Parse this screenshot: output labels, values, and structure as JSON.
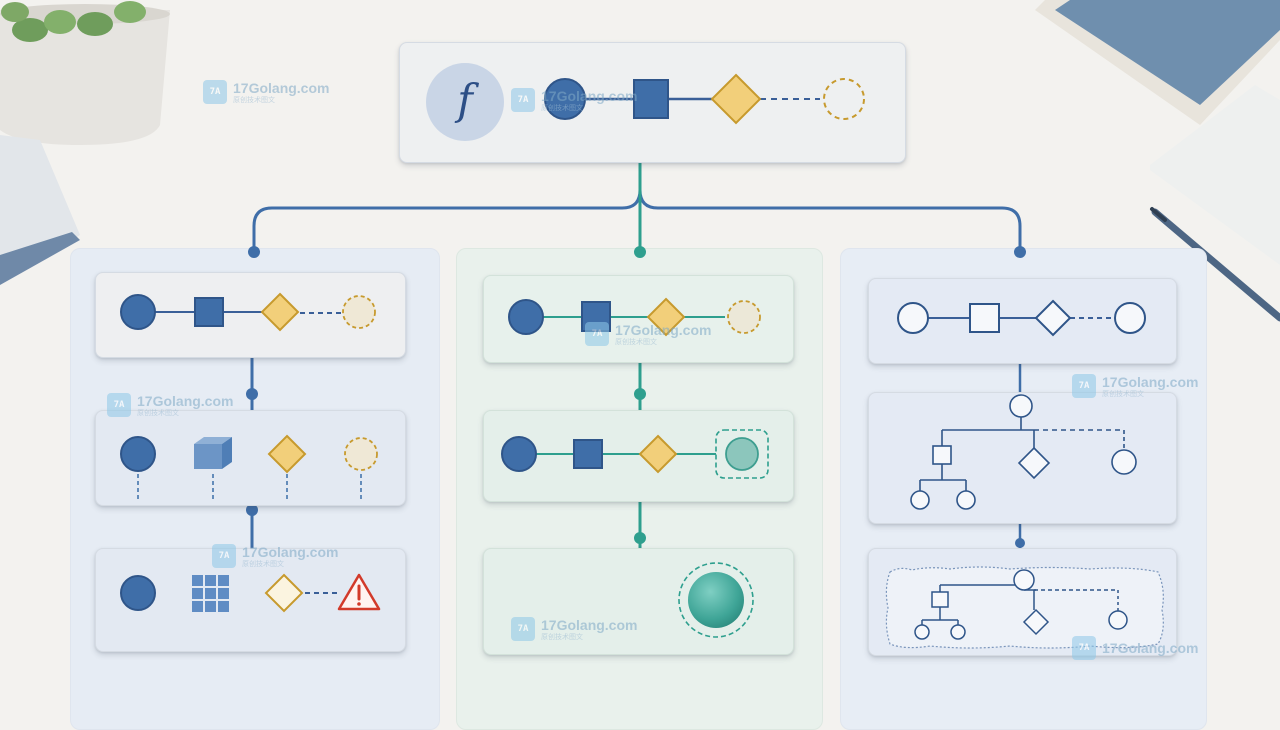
{
  "watermarks": [
    {
      "text": "17Golang.com",
      "sub": "原创技术图文",
      "logo": "7A"
    }
  ],
  "colors": {
    "background": "#f3f2ef",
    "blue": "#3f6ea8",
    "blue_fill": "#3f6ea8",
    "gold": "#f2cf7a",
    "gold_stroke": "#c79a2e",
    "teal": "#2e9f8e",
    "teal_fill": "#6bbcb0",
    "outline": "#3a5f98",
    "warning": "#d23a2a"
  },
  "icons": {
    "function": "function-f-icon",
    "warning": "warning-triangle-icon",
    "cube": "cube-icon",
    "grid": "grid-icon",
    "plant": "potted-plant",
    "pen": "pen"
  },
  "header": {
    "symbol": "f"
  }
}
